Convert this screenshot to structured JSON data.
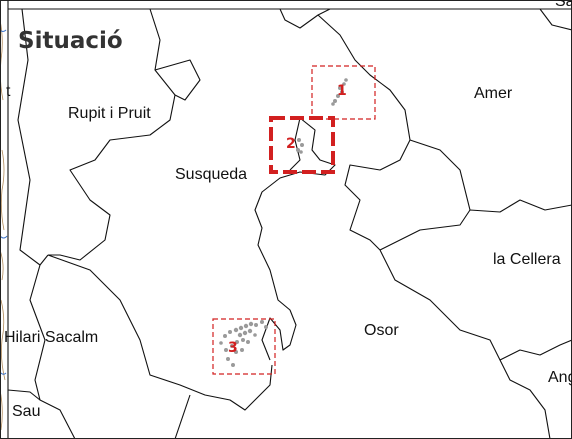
{
  "title": "Situació",
  "municipalities": [
    {
      "id": "rupit",
      "name": "Rupit i Pruit"
    },
    {
      "id": "susqueda",
      "name": "Susqueda"
    },
    {
      "id": "amer",
      "name": "Amer"
    },
    {
      "id": "la-cellera",
      "name": "la Cellera"
    },
    {
      "id": "osor",
      "name": "Osor"
    },
    {
      "id": "hilari",
      "name": "Hilari Sacalm"
    },
    {
      "id": "sau",
      "name": "Sau"
    },
    {
      "id": "ang",
      "name": "Ang"
    },
    {
      "id": "t-left",
      "name": "t"
    },
    {
      "id": "sa-top",
      "name": "Sa"
    }
  ],
  "zones": [
    {
      "id": "zone-1",
      "number": "1"
    },
    {
      "id": "zone-2",
      "number": "2"
    },
    {
      "id": "zone-3",
      "number": "3"
    }
  ],
  "colors": {
    "zone_red": "#d22020",
    "boundary": "#111111",
    "points": "#9a9a9a",
    "contours": "#b08a5a",
    "water": "#3a72c8"
  }
}
